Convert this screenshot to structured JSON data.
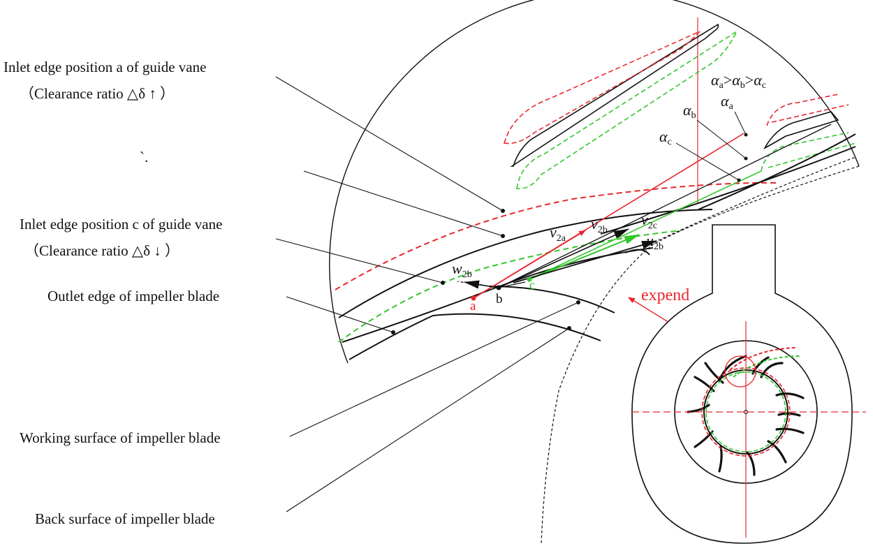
{
  "labels": {
    "inlet_a_line1": "Inlet edge position a of guide vane",
    "inlet_a_line2": "（Clearance ratio  △δ ↑ ）",
    "stray_mark": "`.",
    "inlet_c_line1": "Inlet edge position c of guide vane",
    "inlet_c_line2": "（Clearance ratio  △δ ↓ ）",
    "outlet_edge": "Outlet edge of impeller blade",
    "working_surface": "Working surface of impeller blade",
    "back_surface": "Back surface of impeller blade",
    "expend": "expend"
  },
  "points": {
    "a": "a",
    "b": "b",
    "c": "c"
  },
  "vectors": {
    "v2a": {
      "sym": "v",
      "sub": "2a"
    },
    "v2b": {
      "sym": "v",
      "sub": "2b"
    },
    "v2c": {
      "sym": "v",
      "sub": "2c"
    },
    "u2b": {
      "sym": "u",
      "sub": "2b"
    },
    "w2b": {
      "sym": "w",
      "sub": "2b"
    }
  },
  "angles": {
    "relation": {
      "sym": "α",
      "a": "a",
      "b": "b",
      "c": "c",
      "gt": ">"
    },
    "alpha_a": {
      "sym": "α",
      "sub": "a"
    },
    "alpha_b": {
      "sym": "α",
      "sub": "b"
    },
    "alpha_c": {
      "sym": "α",
      "sub": "c"
    }
  },
  "colors": {
    "red": "#e8262b",
    "green": "#35c52e",
    "black": "#111111"
  }
}
